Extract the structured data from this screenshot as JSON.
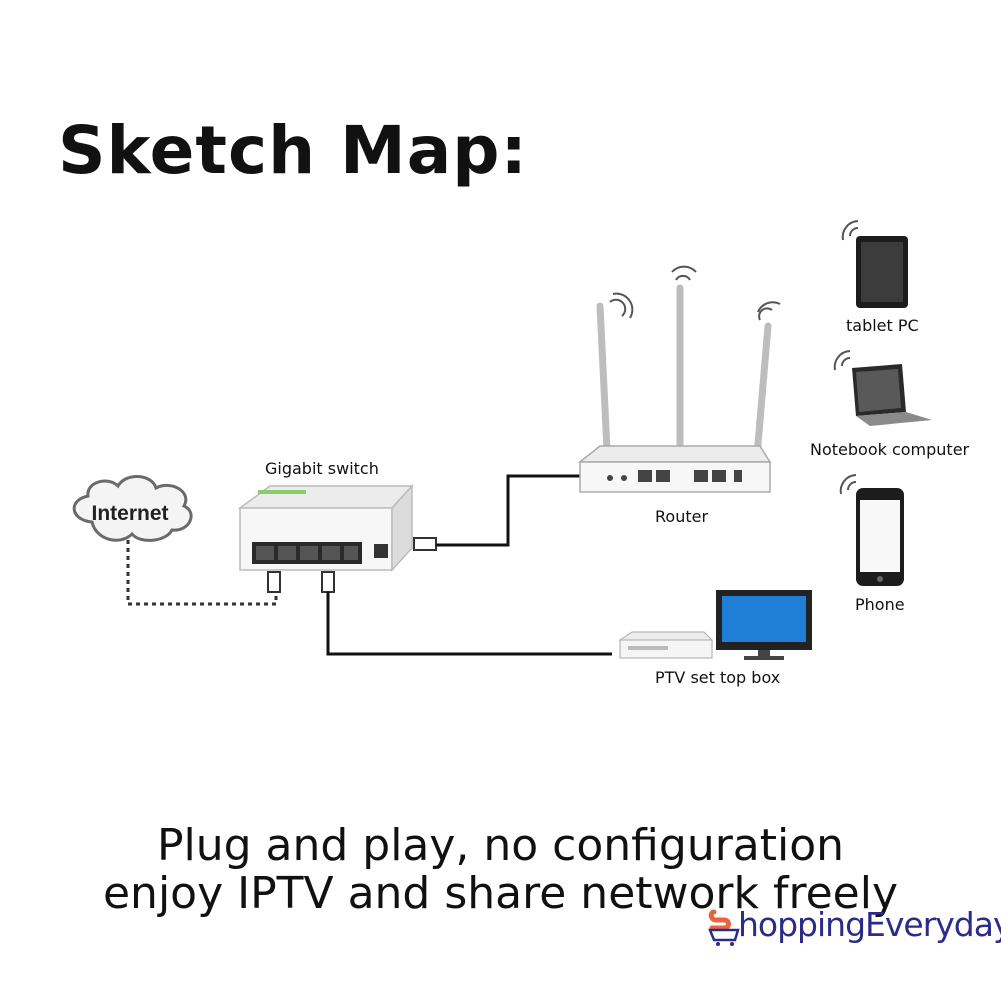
{
  "title": "Sketch Map:",
  "nodes": {
    "internet": "Internet",
    "switch": "Gigabit switch",
    "router": "Router",
    "tablet": "tablet PC",
    "notebook": "Notebook computer",
    "phone": "Phone",
    "iptv": "PTV set top box"
  },
  "tagline": {
    "line1": "Plug and play, no configuration",
    "line2": "enjoy IPTV and share network freely"
  },
  "watermark": {
    "text": "hoppingEverydays",
    "color": "#2c2c88",
    "accent": "#e8643c"
  }
}
